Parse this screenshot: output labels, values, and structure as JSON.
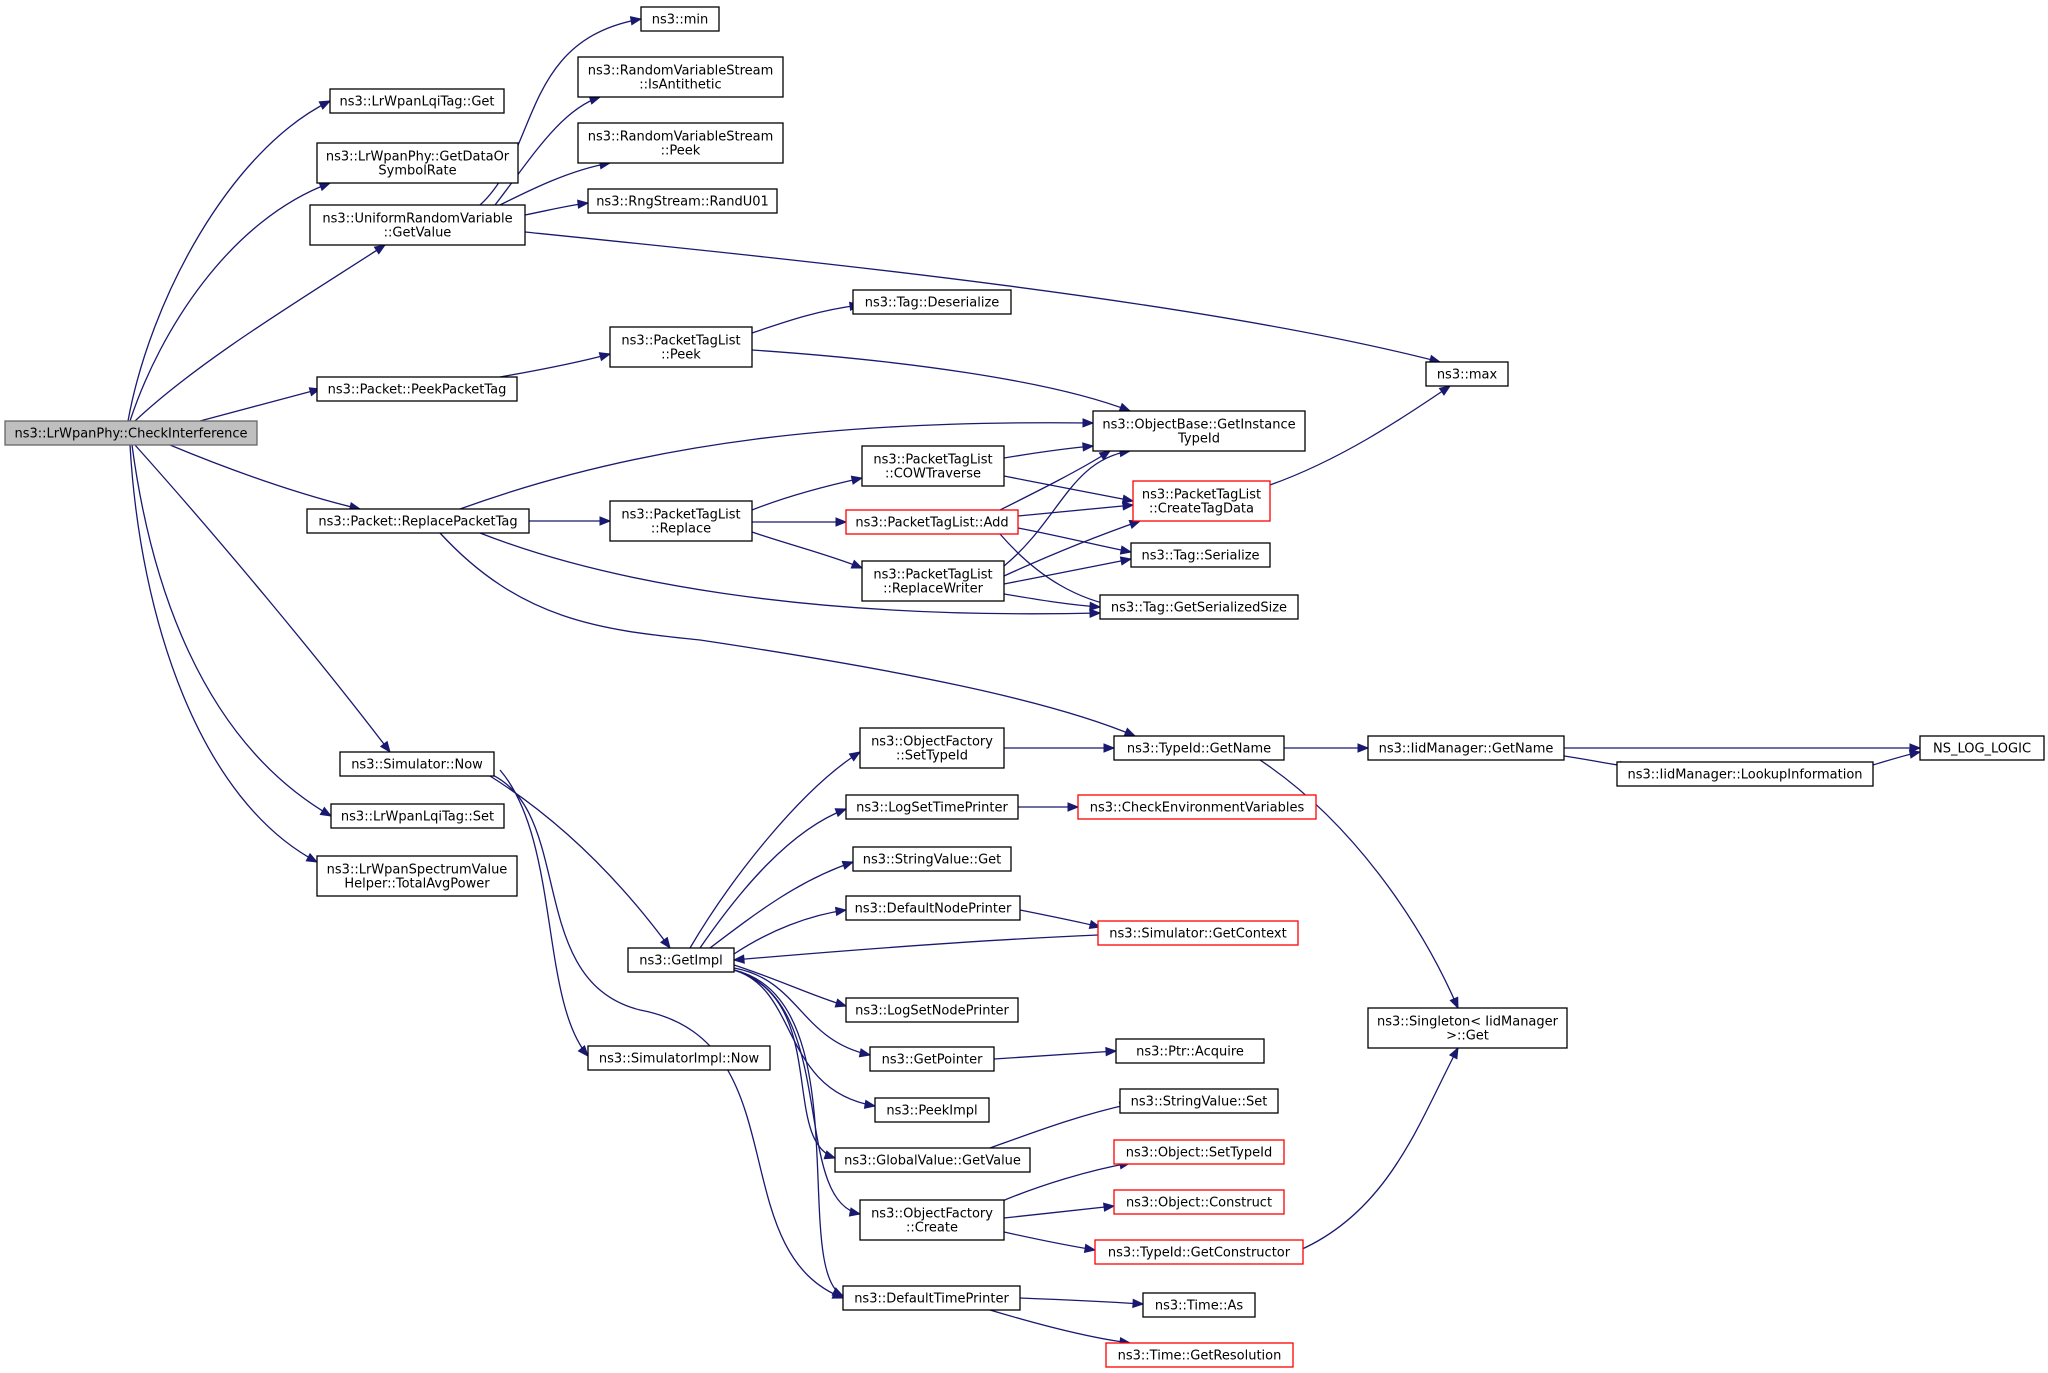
{
  "graph": {
    "root": "CheckInterference",
    "colors": {
      "edge": "#191970",
      "node_border": "#000000",
      "truncated_border": "#ff0000",
      "root_fill": "#bfbfbf"
    },
    "nodes": [
      {
        "id": "CheckInterference",
        "lines": [
          "ns3::LrWpanPhy::CheckInterference"
        ],
        "style": "root"
      },
      {
        "id": "LqiTagGet",
        "lines": [
          "ns3::LrWpanLqiTag::Get"
        ]
      },
      {
        "id": "GetDataOrSymbolRate",
        "lines": [
          "ns3::LrWpanPhy::GetDataOr",
          "SymbolRate"
        ]
      },
      {
        "id": "URVGetValue",
        "lines": [
          "ns3::UniformRandomVariable",
          "::GetValue"
        ]
      },
      {
        "id": "PeekPacketTag",
        "lines": [
          "ns3::Packet::PeekPacketTag"
        ]
      },
      {
        "id": "ReplacePacketTag",
        "lines": [
          "ns3::Packet::ReplacePacketTag"
        ]
      },
      {
        "id": "SimulatorNow",
        "lines": [
          "ns3::Simulator::Now"
        ]
      },
      {
        "id": "LqiTagSet",
        "lines": [
          "ns3::LrWpanLqiTag::Set"
        ]
      },
      {
        "id": "TotalAvgPower",
        "lines": [
          "ns3::LrWpanSpectrumValue",
          "Helper::TotalAvgPower"
        ]
      },
      {
        "id": "Min",
        "lines": [
          "ns3::min"
        ]
      },
      {
        "id": "IsAntithetic",
        "lines": [
          "ns3::RandomVariableStream",
          "::IsAntithetic"
        ]
      },
      {
        "id": "RVSPeek",
        "lines": [
          "ns3::RandomVariableStream",
          "::Peek"
        ]
      },
      {
        "id": "RandU01",
        "lines": [
          "ns3::RngStream::RandU01"
        ]
      },
      {
        "id": "Max",
        "lines": [
          "ns3::max"
        ]
      },
      {
        "id": "PTLPeek",
        "lines": [
          "ns3::PacketTagList",
          "::Peek"
        ]
      },
      {
        "id": "TagDeserialize",
        "lines": [
          "ns3::Tag::Deserialize"
        ]
      },
      {
        "id": "GetInstanceTypeId",
        "lines": [
          "ns3::ObjectBase::GetInstance",
          "TypeId"
        ]
      },
      {
        "id": "PTLReplace",
        "lines": [
          "ns3::PacketTagList",
          "::Replace"
        ]
      },
      {
        "id": "COWTraverse",
        "lines": [
          "ns3::PacketTagList",
          "::COWTraverse"
        ]
      },
      {
        "id": "PTLAdd",
        "lines": [
          "ns3::PacketTagList::Add"
        ],
        "style": "truncated"
      },
      {
        "id": "ReplaceWriter",
        "lines": [
          "ns3::PacketTagList",
          "::ReplaceWriter"
        ]
      },
      {
        "id": "CreateTagData",
        "lines": [
          "ns3::PacketTagList",
          "::CreateTagData"
        ],
        "style": "truncated"
      },
      {
        "id": "TagSerialize",
        "lines": [
          "ns3::Tag::Serialize"
        ]
      },
      {
        "id": "TagGetSerializedSize",
        "lines": [
          "ns3::Tag::GetSerializedSize"
        ]
      },
      {
        "id": "TypeIdGetName",
        "lines": [
          "ns3::TypeId::GetName"
        ]
      },
      {
        "id": "IidGetName",
        "lines": [
          "ns3::IidManager::GetName"
        ]
      },
      {
        "id": "NSLogLogic",
        "lines": [
          "NS_LOG_LOGIC"
        ]
      },
      {
        "id": "LookupInformation",
        "lines": [
          "ns3::IidManager::LookupInformation"
        ]
      },
      {
        "id": "SingletonGet",
        "lines": [
          "ns3::Singleton< IidManager",
          ">::Get"
        ]
      },
      {
        "id": "OFSetTypeId",
        "lines": [
          "ns3::ObjectFactory",
          "::SetTypeId"
        ]
      },
      {
        "id": "LogSetTimePrinter",
        "lines": [
          "ns3::LogSetTimePrinter"
        ]
      },
      {
        "id": "CheckEnvVars",
        "lines": [
          "ns3::CheckEnvironmentVariables"
        ],
        "style": "truncated"
      },
      {
        "id": "StringValueGet",
        "lines": [
          "ns3::StringValue::Get"
        ]
      },
      {
        "id": "DefaultNodePrinter",
        "lines": [
          "ns3::DefaultNodePrinter"
        ]
      },
      {
        "id": "GetContext",
        "lines": [
          "ns3::Simulator::GetContext"
        ],
        "style": "truncated"
      },
      {
        "id": "GetImpl",
        "lines": [
          "ns3::GetImpl"
        ]
      },
      {
        "id": "LogSetNodePrinter",
        "lines": [
          "ns3::LogSetNodePrinter"
        ]
      },
      {
        "id": "GetPointer",
        "lines": [
          "ns3::GetPointer"
        ]
      },
      {
        "id": "PtrAcquire",
        "lines": [
          "ns3::Ptr::Acquire"
        ]
      },
      {
        "id": "SimImplNow",
        "lines": [
          "ns3::SimulatorImpl::Now"
        ]
      },
      {
        "id": "PeekImpl",
        "lines": [
          "ns3::PeekImpl"
        ]
      },
      {
        "id": "StringValueSet",
        "lines": [
          "ns3::StringValue::Set"
        ]
      },
      {
        "id": "GVGetValue",
        "lines": [
          "ns3::GlobalValue::GetValue"
        ]
      },
      {
        "id": "ObjSetTypeId",
        "lines": [
          "ns3::Object::SetTypeId"
        ],
        "style": "truncated"
      },
      {
        "id": "ObjConstruct",
        "lines": [
          "ns3::Object::Construct"
        ],
        "style": "truncated"
      },
      {
        "id": "OFCreate",
        "lines": [
          "ns3::ObjectFactory",
          "::Create"
        ]
      },
      {
        "id": "GetConstructor",
        "lines": [
          "ns3::TypeId::GetConstructor"
        ],
        "style": "truncated"
      },
      {
        "id": "DefaultTimePrinter",
        "lines": [
          "ns3::DefaultTimePrinter"
        ]
      },
      {
        "id": "TimeAs",
        "lines": [
          "ns3::Time::As"
        ]
      },
      {
        "id": "TimeGetResolution",
        "lines": [
          "ns3::Time::GetResolution"
        ],
        "style": "truncated"
      }
    ],
    "edges": [
      [
        "CheckInterference",
        "LqiTagGet"
      ],
      [
        "CheckInterference",
        "GetDataOrSymbolRate"
      ],
      [
        "CheckInterference",
        "URVGetValue"
      ],
      [
        "CheckInterference",
        "PeekPacketTag"
      ],
      [
        "CheckInterference",
        "ReplacePacketTag"
      ],
      [
        "CheckInterference",
        "SimulatorNow"
      ],
      [
        "CheckInterference",
        "LqiTagSet"
      ],
      [
        "CheckInterference",
        "TotalAvgPower"
      ],
      [
        "URVGetValue",
        "Min"
      ],
      [
        "URVGetValue",
        "IsAntithetic"
      ],
      [
        "URVGetValue",
        "RVSPeek"
      ],
      [
        "URVGetValue",
        "RandU01"
      ],
      [
        "URVGetValue",
        "Max"
      ],
      [
        "PeekPacketTag",
        "PTLPeek"
      ],
      [
        "PTLPeek",
        "TagDeserialize"
      ],
      [
        "PTLPeek",
        "GetInstanceTypeId"
      ],
      [
        "ReplacePacketTag",
        "GetInstanceTypeId"
      ],
      [
        "ReplacePacketTag",
        "PTLReplace"
      ],
      [
        "ReplacePacketTag",
        "TagGetSerializedSize"
      ],
      [
        "ReplacePacketTag",
        "TypeIdGetName"
      ],
      [
        "PTLReplace",
        "COWTraverse"
      ],
      [
        "PTLReplace",
        "PTLAdd"
      ],
      [
        "PTLReplace",
        "ReplaceWriter"
      ],
      [
        "COWTraverse",
        "GetInstanceTypeId"
      ],
      [
        "COWTraverse",
        "CreateTagData"
      ],
      [
        "PTLAdd",
        "GetInstanceTypeId"
      ],
      [
        "PTLAdd",
        "CreateTagData"
      ],
      [
        "PTLAdd",
        "TagSerialize"
      ],
      [
        "PTLAdd",
        "TagGetSerializedSize"
      ],
      [
        "ReplaceWriter",
        "GetInstanceTypeId"
      ],
      [
        "ReplaceWriter",
        "CreateTagData"
      ],
      [
        "ReplaceWriter",
        "TagSerialize"
      ],
      [
        "ReplaceWriter",
        "TagGetSerializedSize"
      ],
      [
        "CreateTagData",
        "Max"
      ],
      [
        "TypeIdGetName",
        "IidGetName"
      ],
      [
        "TypeIdGetName",
        "SingletonGet"
      ],
      [
        "IidGetName",
        "NSLogLogic"
      ],
      [
        "IidGetName",
        "LookupInformation"
      ],
      [
        "LookupInformation",
        "NSLogLogic"
      ],
      [
        "SimulatorNow",
        "GetImpl"
      ],
      [
        "SimulatorNow",
        "SimImplNow"
      ],
      [
        "SimulatorNow",
        "DefaultTimePrinter"
      ],
      [
        "GetImpl",
        "OFSetTypeId"
      ],
      [
        "GetImpl",
        "LogSetTimePrinter"
      ],
      [
        "GetImpl",
        "StringValueGet"
      ],
      [
        "GetImpl",
        "DefaultNodePrinter"
      ],
      [
        "GetImpl",
        "LogSetNodePrinter"
      ],
      [
        "GetImpl",
        "GetPointer"
      ],
      [
        "GetImpl",
        "PeekImpl"
      ],
      [
        "GetImpl",
        "GVGetValue"
      ],
      [
        "GetImpl",
        "OFCreate"
      ],
      [
        "GetImpl",
        "DefaultTimePrinter"
      ],
      [
        "OFSetTypeId",
        "TypeIdGetName"
      ],
      [
        "LogSetTimePrinter",
        "CheckEnvVars"
      ],
      [
        "DefaultNodePrinter",
        "GetContext"
      ],
      [
        "GetContext",
        "GetImpl"
      ],
      [
        "GetPointer",
        "PtrAcquire"
      ],
      [
        "GVGetValue",
        "StringValueSet"
      ],
      [
        "OFCreate",
        "ObjSetTypeId"
      ],
      [
        "OFCreate",
        "ObjConstruct"
      ],
      [
        "OFCreate",
        "GetConstructor"
      ],
      [
        "GetConstructor",
        "SingletonGet"
      ],
      [
        "DefaultTimePrinter",
        "TimeAs"
      ],
      [
        "DefaultTimePrinter",
        "TimeGetResolution"
      ]
    ]
  }
}
